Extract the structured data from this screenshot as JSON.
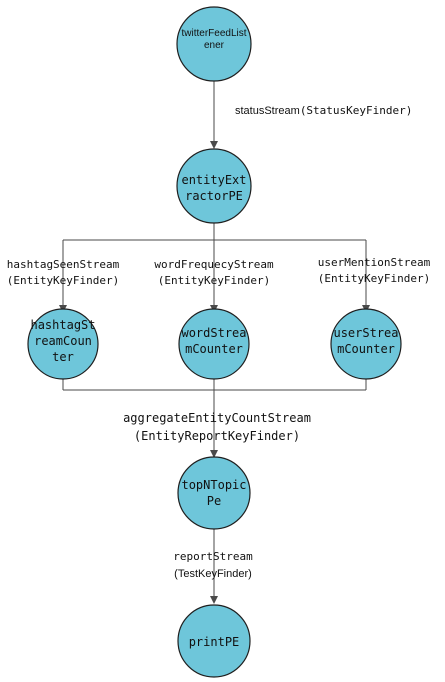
{
  "nodes": {
    "twitter_feed_listener": {
      "lines": [
        "twitterFeedList",
        "ener"
      ]
    },
    "entity_extractor": {
      "lines": [
        "entityExt",
        "ractorPE"
      ]
    },
    "hashtag_counter": {
      "lines": [
        "hashtagSt",
        "reamCoun",
        "ter"
      ]
    },
    "word_counter": {
      "lines": [
        "wordStrea",
        "mCounter"
      ]
    },
    "user_counter": {
      "lines": [
        "userStrea",
        "mCounter"
      ]
    },
    "top_n_topic": {
      "lines": [
        "topNTopic",
        "Pe"
      ]
    },
    "print_pe": {
      "lines": [
        "printPE"
      ]
    }
  },
  "edges": {
    "status_stream": {
      "prefix": "statusStream",
      "arg": "(StatusKeyFinder)"
    },
    "hashtag_seen_stream": {
      "lines": [
        "hashtagSeenStream",
        "(EntityKeyFinder)"
      ]
    },
    "word_frequency_stream": {
      "lines": [
        "wordFrequecyStream",
        "(EntityKeyFinder)"
      ]
    },
    "user_mention_stream": {
      "lines": [
        "userMentionStream",
        "(EntityKeyFinder)"
      ]
    },
    "aggregate_stream": {
      "lines": [
        "aggregateEntityCountStream",
        "(EntityReportKeyFinder)"
      ]
    },
    "report_stream": {
      "lines": [
        "reportStream",
        "(TestKeyFinder)"
      ]
    }
  },
  "colors": {
    "node_fill": "#6ec6da",
    "node_stroke": "#1f1f1f",
    "edge": "#4a4a4a"
  }
}
